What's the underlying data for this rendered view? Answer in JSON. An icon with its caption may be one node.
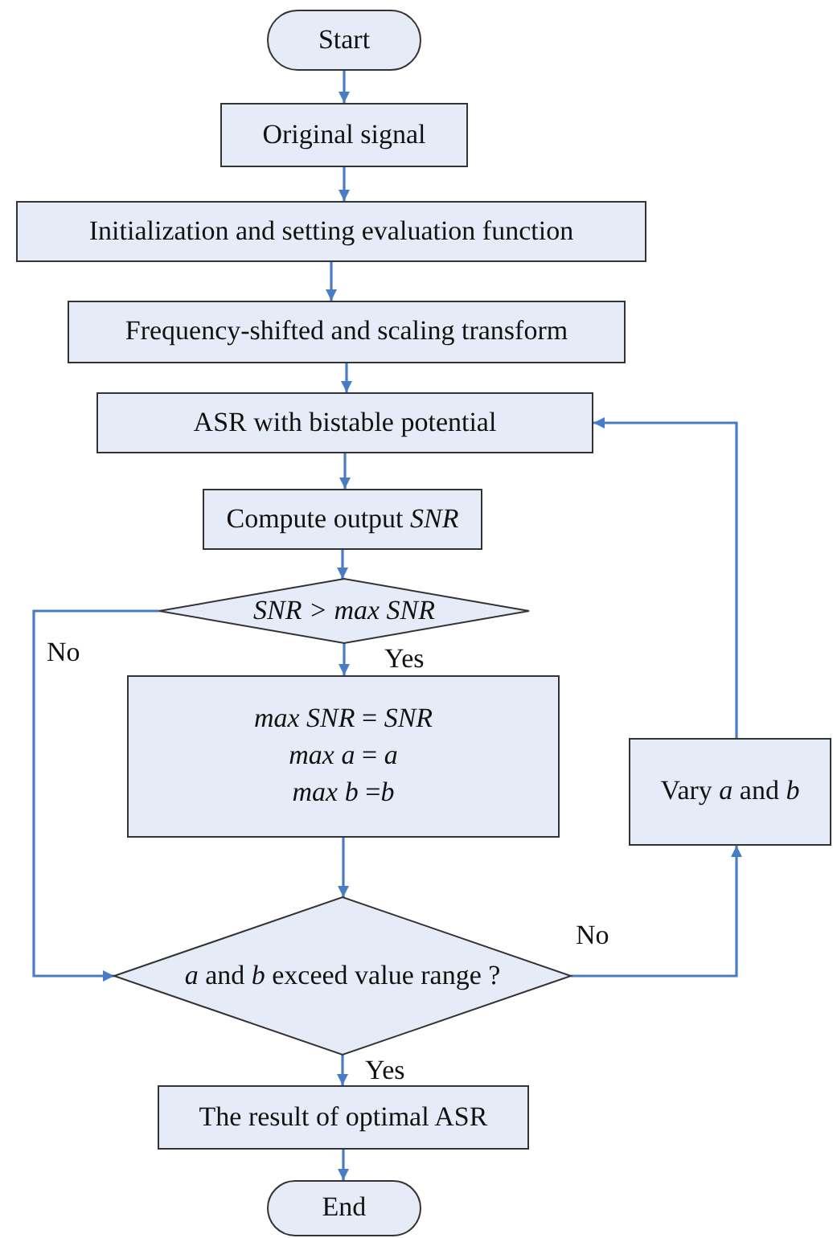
{
  "diagram": {
    "nodes": [
      {
        "text": [
          "Start"
        ]
      },
      {
        "text": [
          "Original signal"
        ]
      },
      {
        "text": [
          "Initialization and setting evaluation function"
        ]
      },
      {
        "text": [
          "Frequency-shifted and scaling transform"
        ]
      },
      {
        "text": [
          "ASR with bistable  potential"
        ]
      },
      {
        "text": [
          "Compute output *SNR*"
        ]
      },
      {
        "text": [
          "SNR > max SNR"
        ]
      },
      {
        "text": [
          "*max SNR* = *SNR*",
          "*max a* = *a*",
          "*max b* =*b*"
        ]
      },
      {
        "text": [
          "Vary *a* and *b*"
        ]
      },
      {
        "text": [
          "*a* and *b* exceed value range ?"
        ]
      },
      {
        "text": [
          "The result of optimal ASR"
        ]
      },
      {
        "text": [
          "End"
        ]
      }
    ],
    "edges": [
      {
        "from": 0,
        "to": 1,
        "arrow": "to"
      },
      {
        "from": 1,
        "to": 2,
        "arrow": "to"
      },
      {
        "from": 2,
        "to": 3,
        "arrow": "to"
      },
      {
        "from": 3,
        "to": 4,
        "arrow": "to"
      },
      {
        "from": 4,
        "to": 5,
        "arrow": "to"
      },
      {
        "from": 5,
        "to": 6,
        "arrow": "to"
      },
      {
        "from": 6,
        "to": 7,
        "arrow": "to",
        "label": "Yes"
      },
      {
        "from": 6,
        "to": 9,
        "arrow": "to",
        "label": "No"
      },
      {
        "from": 7,
        "to": 9,
        "arrow": "to"
      },
      {
        "from": 9,
        "to": 8,
        "arrow": "to",
        "label": "No"
      },
      {
        "from": 8,
        "to": 4,
        "arrow": "to"
      },
      {
        "from": 9,
        "to": 10,
        "arrow": "to",
        "label": "Yes"
      },
      {
        "from": 10,
        "to": 11,
        "arrow": "to"
      }
    ]
  }
}
